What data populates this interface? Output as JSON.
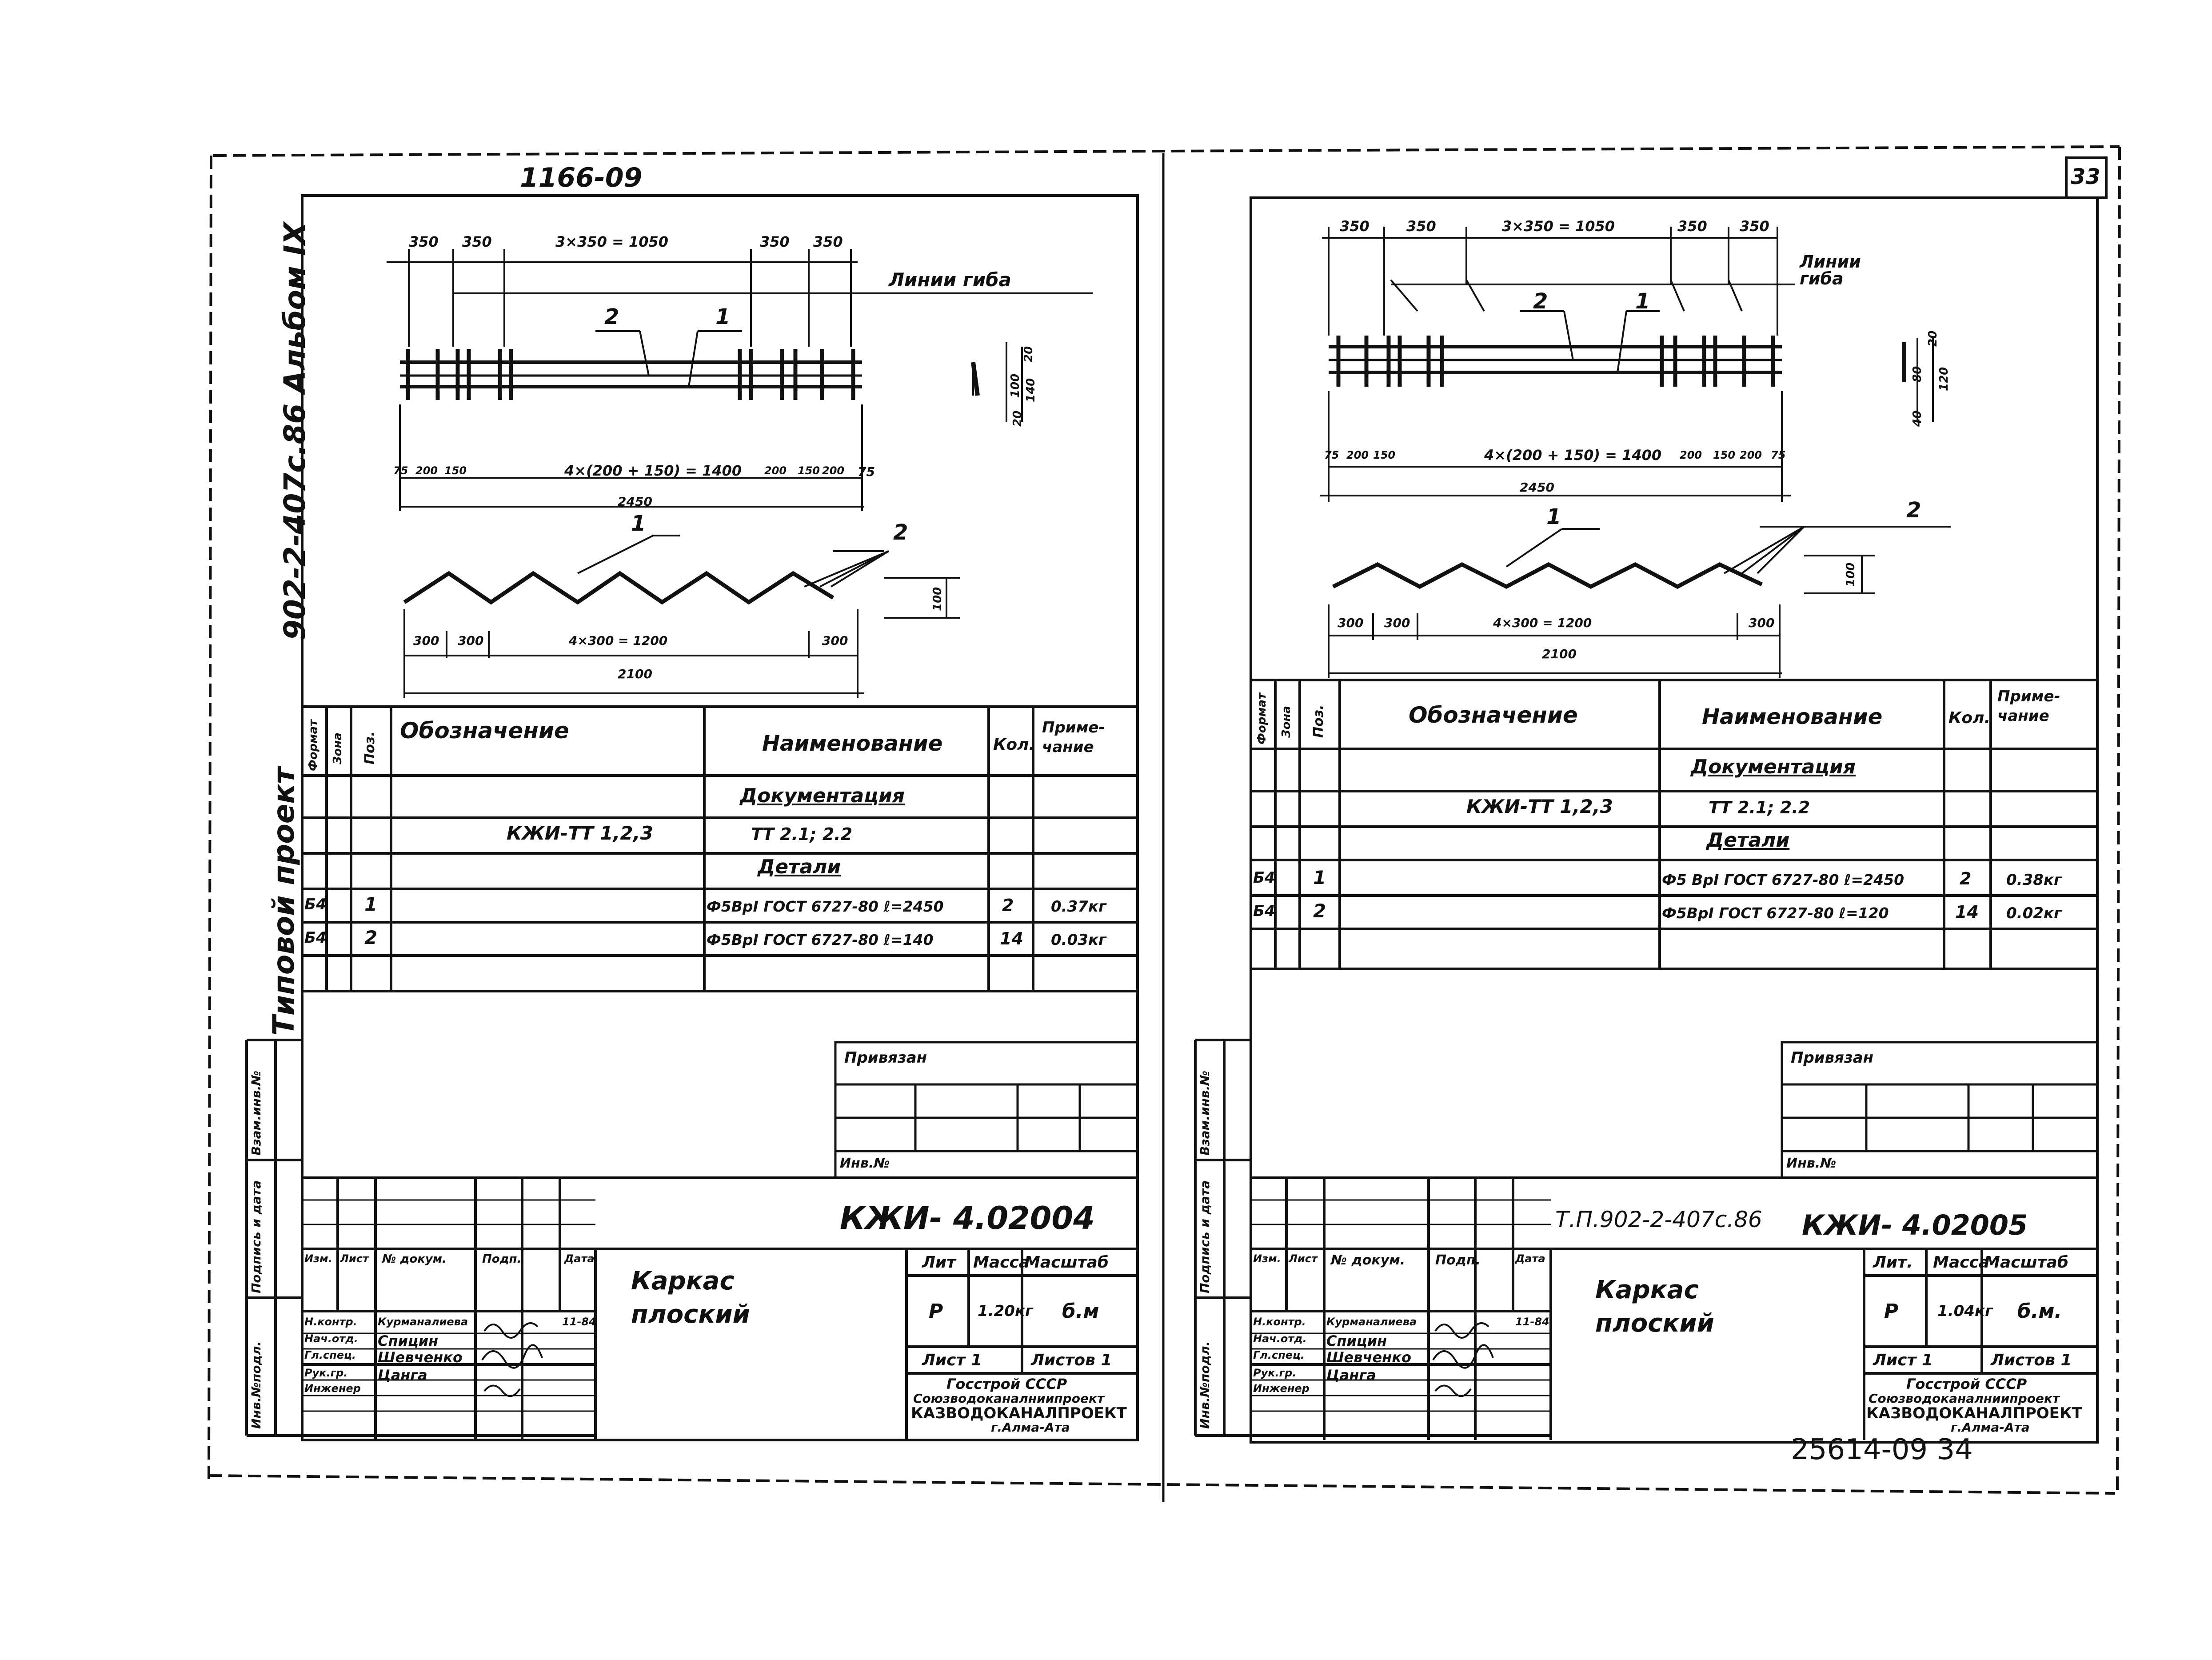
{
  "album": {
    "corner_code": "1166-09",
    "series_vertical": "902-2-407c.86 Альбом IX",
    "typical_project_vertical": "Типовой проект",
    "sheet_corner_number": "33",
    "archive_number": "25614-09  34"
  },
  "side_labels": {
    "inv_no_podl": "Инв.№подл.",
    "sign_date": "Подпись и дата",
    "vzam_inv": "Взам.инв.№"
  },
  "left": {
    "plan": {
      "top_dims": [
        "350",
        "350",
        "3×350 = 1050",
        "350",
        "350"
      ],
      "bend_lines_label": "Линии гиба",
      "callouts": [
        "2",
        "1"
      ],
      "bottom_dims": [
        "75",
        "200",
        "150",
        "4×(200 + 150) = 1400",
        "200",
        "150",
        "200",
        "75"
      ],
      "total": "2450",
      "side_dims": [
        "20",
        "100",
        "140",
        "20"
      ]
    },
    "profile": {
      "callouts": [
        "1",
        "2"
      ],
      "dims": [
        "300",
        "300",
        "4×300 = 1200",
        "300"
      ],
      "total": "2100",
      "height": "100"
    },
    "spec": {
      "headers": [
        "Формат",
        "Зона",
        "Поз.",
        "Обозначение",
        "Наименование",
        "Кол.",
        "Приме-\nчание"
      ],
      "section_doc": "Документация",
      "doc_designation": "КЖИ-ТТ 1,2,3",
      "doc_name": "ТТ 2.1; 2.2",
      "section_parts": "Детали",
      "rows": [
        {
          "format": "Б4",
          "pos": "1",
          "name": "Ф5ВрⅠ ГОСТ 6727-80  ℓ=2450",
          "qty": "2",
          "note": "0.37кг"
        },
        {
          "format": "Б4",
          "pos": "2",
          "name": "Ф5ВрⅠ ГОСТ 6727-80  ℓ=140",
          "qty": "14",
          "note": "0.03кг"
        }
      ]
    },
    "privyazan": "Привязан",
    "inv_no": "Инв.№",
    "stamp": {
      "code": "КЖИ- 4.02004",
      "title_line1": "Каркас",
      "title_line2": "плоский",
      "cols": [
        "Изм.",
        "Лист",
        "№ докум.",
        "Подп.",
        "Дата"
      ],
      "roles": [
        "Н.контр.",
        "Нач.отд.",
        "Гл.спец.",
        "Рук.гр.",
        "Инженер"
      ],
      "names": [
        "Курманалиева",
        "Спицин",
        "Шевченко",
        "Цанга",
        ""
      ],
      "sign_date": "11-84",
      "lit_label": "Лит",
      "mass_label": "Масса",
      "scale_label": "Масштаб",
      "lit": "Р",
      "mass": "1.20кг",
      "scale": "б.м",
      "sheet": "Лист 1",
      "sheets": "Листов 1",
      "org1": "Госстрой СССР",
      "org2": "Союзводоканалниипроект",
      "org3": "КАЗВОДОКАНАЛПРОЕКТ",
      "org4": "г.Алма-Ата"
    }
  },
  "right": {
    "plan": {
      "top_dims": [
        "350",
        "350",
        "3×350 = 1050",
        "350",
        "350"
      ],
      "bend_lines_label": "Линии\nгиба",
      "callouts": [
        "2",
        "1"
      ],
      "bottom_dims": [
        "75",
        "200",
        "150",
        "4×(200 + 150) = 1400",
        "200",
        "150",
        "200",
        "75"
      ],
      "total": "2450",
      "side_dims": [
        "20",
        "80",
        "120",
        "40"
      ]
    },
    "profile": {
      "callouts": [
        "1",
        "2"
      ],
      "dims": [
        "300",
        "300",
        "4×300 = 1200",
        "300"
      ],
      "total": "2100",
      "height": "100"
    },
    "spec": {
      "headers": [
        "Формат",
        "Зона",
        "Поз.",
        "Обозначение",
        "Наименование",
        "Кол.",
        "Приме-\nчание"
      ],
      "section_doc": "Документация",
      "doc_designation": "КЖИ-ТТ 1,2,3",
      "doc_name": "ТТ 2.1; 2.2",
      "section_parts": "Детали",
      "rows": [
        {
          "format": "Б4",
          "pos": "1",
          "name": "Ф5 ВрⅠ ГОСТ 6727-80  ℓ=2450",
          "qty": "2",
          "note": "0.38кг"
        },
        {
          "format": "Б4",
          "pos": "2",
          "name": "Ф5ВрⅠ ГОСТ 6727-80  ℓ=120",
          "qty": "14",
          "note": "0.02кг"
        }
      ]
    },
    "privyazan": "Привязан",
    "inv_no": "Инв.№",
    "stamp": {
      "project": "Т.П.902-2-407с.86",
      "code": "КЖИ- 4.02005",
      "title_line1": "Каркас",
      "title_line2": "плоский",
      "cols": [
        "Изм.",
        "Лист",
        "№ докум.",
        "Подп.",
        "Дата"
      ],
      "roles": [
        "Н.контр.",
        "Нач.отд.",
        "Гл.спец.",
        "Рук.гр.",
        "Инженер"
      ],
      "names": [
        "Курманалиева",
        "Спицин",
        "Шевченко",
        "Цанга",
        ""
      ],
      "sign_date": "11-84",
      "lit_label": "Лит.",
      "mass_label": "Масса",
      "scale_label": "Масштаб",
      "lit": "Р",
      "mass": "1.04кг",
      "scale": "б.м.",
      "sheet": "Лист 1",
      "sheets": "Листов 1",
      "org1": "Госстрой СССР",
      "org2": "Союзводоканалниипроект",
      "org3": "КАЗВОДОКАНАЛПРОЕКТ",
      "org4": "г.Алма-Ата"
    }
  }
}
